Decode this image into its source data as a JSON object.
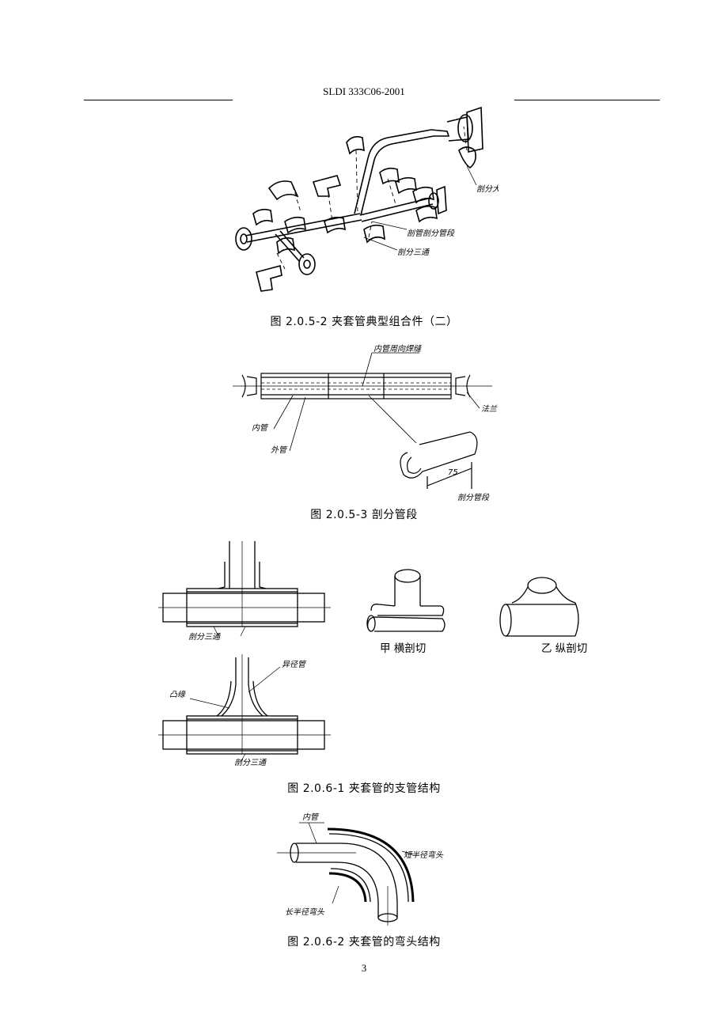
{
  "header": {
    "code": "SLDI 333C06-2001"
  },
  "fig1": {
    "caption": "图 2.0.5-2  夹套管典型组合件（二）",
    "labels": {
      "reducer": "剖分大小头",
      "pipe_segment": "剖管剖分管段",
      "tee": "剖分三通"
    }
  },
  "fig2": {
    "caption": "图 2.0.5-3  剖分管段",
    "labels": {
      "weld": "内管周向焊缝",
      "inner": "内管",
      "outer": "外管",
      "flange": "法兰",
      "segment": "剖分管段",
      "dim": "75"
    }
  },
  "fig3": {
    "caption": "图 2.0.6-1  夹套管的支管结构",
    "labels": {
      "tee_a": "剖分三通",
      "tee_b": "剖分三通",
      "reducer": "异径管",
      "boss": "凸缘"
    },
    "sub_a": "甲  横剖切",
    "sub_b": "乙  纵剖切"
  },
  "fig4": {
    "caption": "图 2.0.6-2  夹套管的弯头结构",
    "labels": {
      "inner": "内管",
      "short": "短半径弯头",
      "long": "长半径弯头"
    }
  },
  "page_number": "3"
}
